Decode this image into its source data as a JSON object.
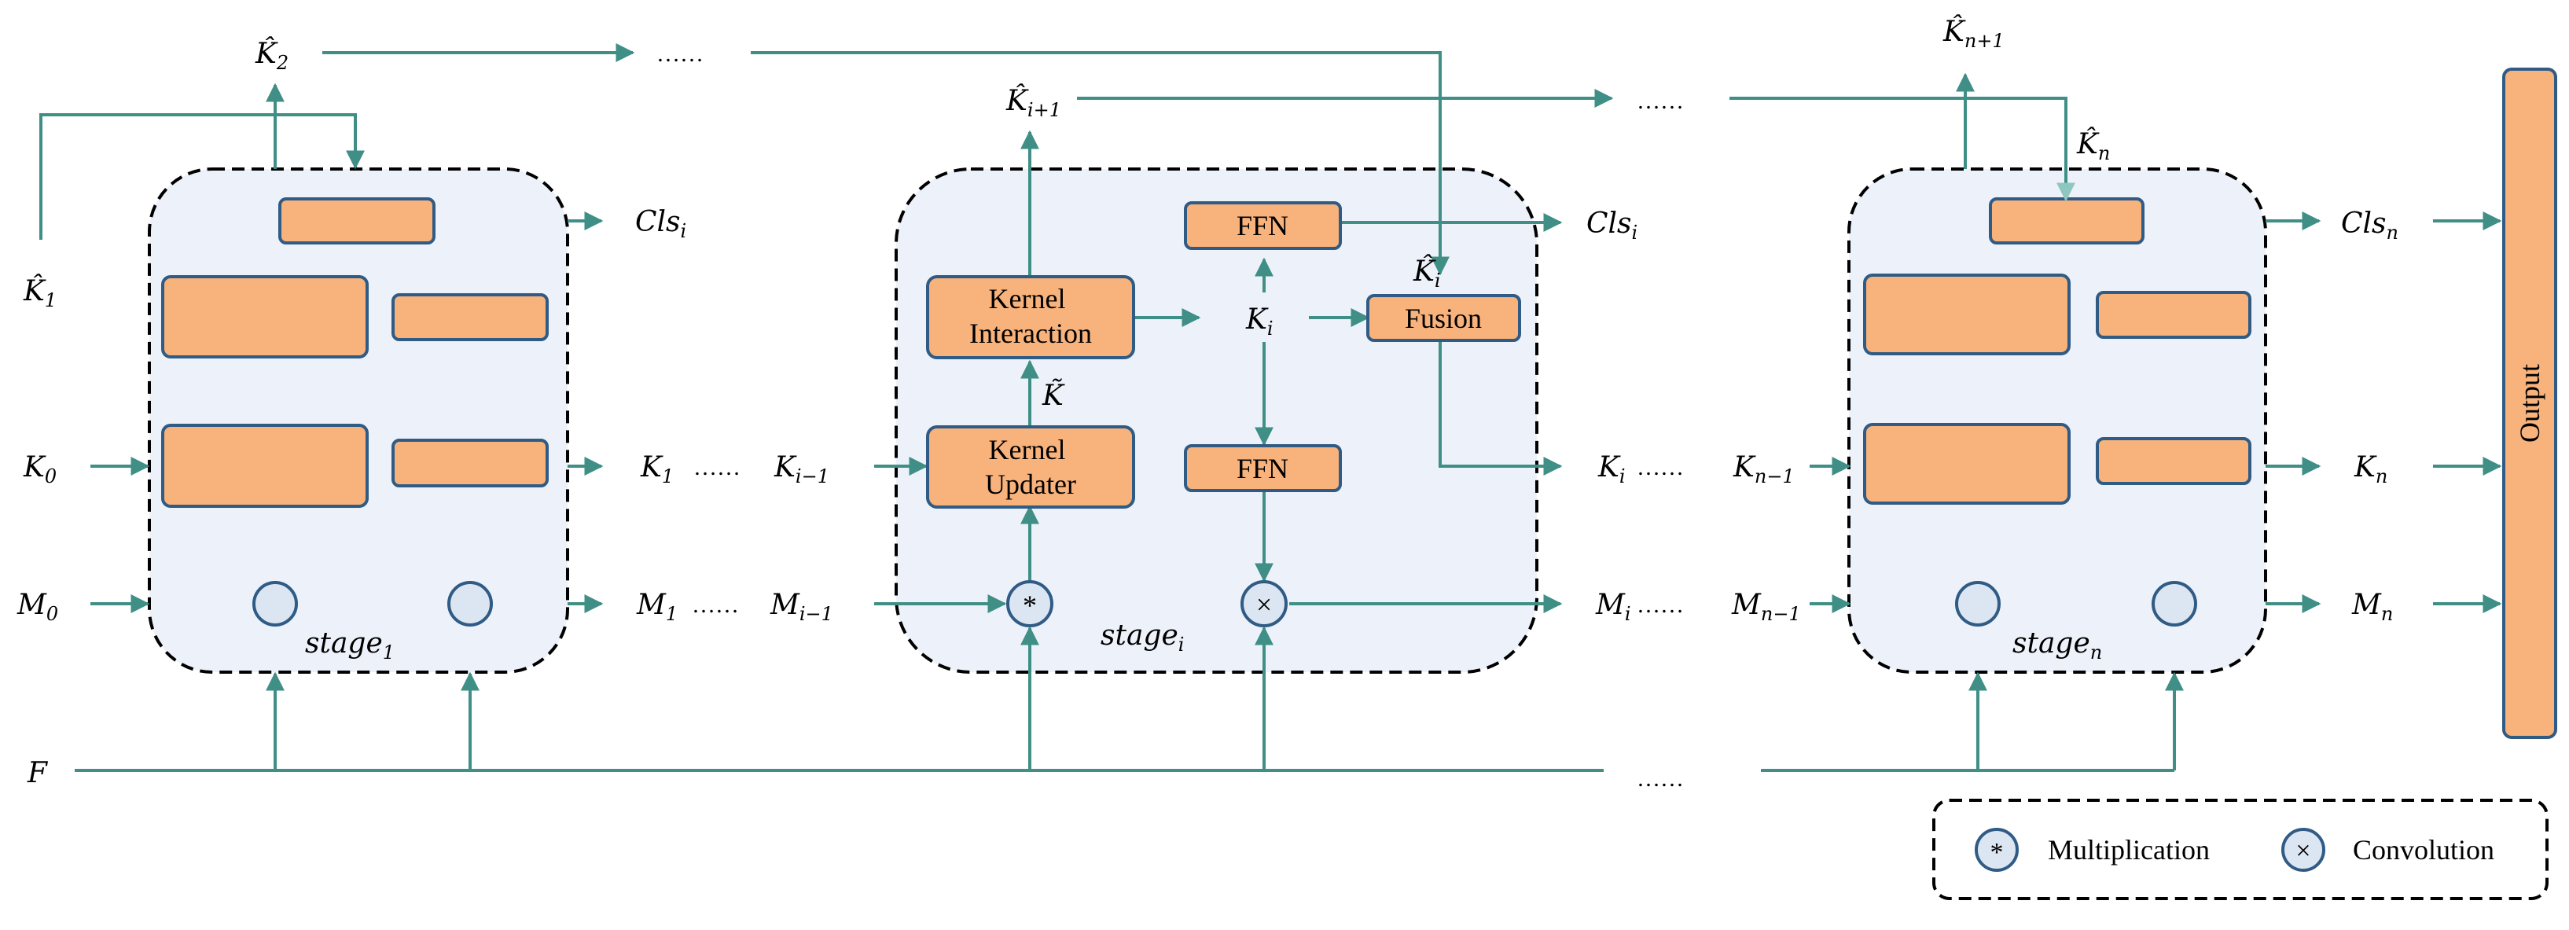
{
  "stage_labels": {
    "first": "stage",
    "first_sub": "1",
    "mid": "stage",
    "mid_sub": "i",
    "last": "stage",
    "last_sub": "n"
  },
  "inputs": {
    "k_hat_1": "K̂",
    "k_hat_1_sub": "1",
    "k0": "K",
    "k0_sub": "0",
    "m0": "M",
    "m0_sub": "0",
    "f": "F"
  },
  "top": {
    "k_hat_2": "K̂",
    "k_hat_2_sub": "2",
    "k_hat_i1": "K̂",
    "k_hat_i1_sub": "i+1",
    "k_hat_n1": "K̂",
    "k_hat_n1_sub": "n+1",
    "k_hat_n": "K̂",
    "k_hat_n_sub": "n",
    "dots": "……"
  },
  "stage1_out": {
    "cls": "Cls",
    "cls_sub": "i",
    "k1": "K",
    "k1_sub": "1",
    "ki_1": "K",
    "ki_1_sub": "i−1",
    "m1": "M",
    "m1_sub": "1",
    "mi_1": "M",
    "mi_1_sub": "i−1",
    "dots": "……"
  },
  "stage_i": {
    "kernel_interaction": [
      "Kernel",
      "Interaction"
    ],
    "kernel_updater": [
      "Kernel",
      "Updater"
    ],
    "ffn_top": "FFN",
    "ffn_bottom": "FFN",
    "fusion": "Fusion",
    "k_i": "K",
    "k_i_sub": "i",
    "k_tilde": "K̃",
    "k_hat_i": "K̂",
    "k_hat_i_sub": "i",
    "mult_symbol": "*",
    "conv_symbol": "×"
  },
  "stage_i_out": {
    "cls": "Cls",
    "cls_sub": "i",
    "ki": "K",
    "ki_sub": "i",
    "kn_1": "K",
    "kn_1_sub": "n−1",
    "mi": "M",
    "mi_sub": "i",
    "mn_1": "M",
    "mn_1_sub": "n−1",
    "dots": "……"
  },
  "stage_n_out": {
    "cls": "Cls",
    "cls_sub": "n",
    "kn": "K",
    "kn_sub": "n",
    "mn": "M",
    "mn_sub": "n"
  },
  "output_label": "Output",
  "bottom_dots": "……",
  "legend": {
    "mult_symbol": "*",
    "mult_label": "Multiplication",
    "conv_symbol": "×",
    "conv_label": "Convolution"
  },
  "colors": {
    "arrow": "#3f8f86",
    "orange": "#f8b27c",
    "stage_bg": "#edf2fa",
    "node_fill": "#dce6f2",
    "node_stroke": "#2f5b85"
  }
}
